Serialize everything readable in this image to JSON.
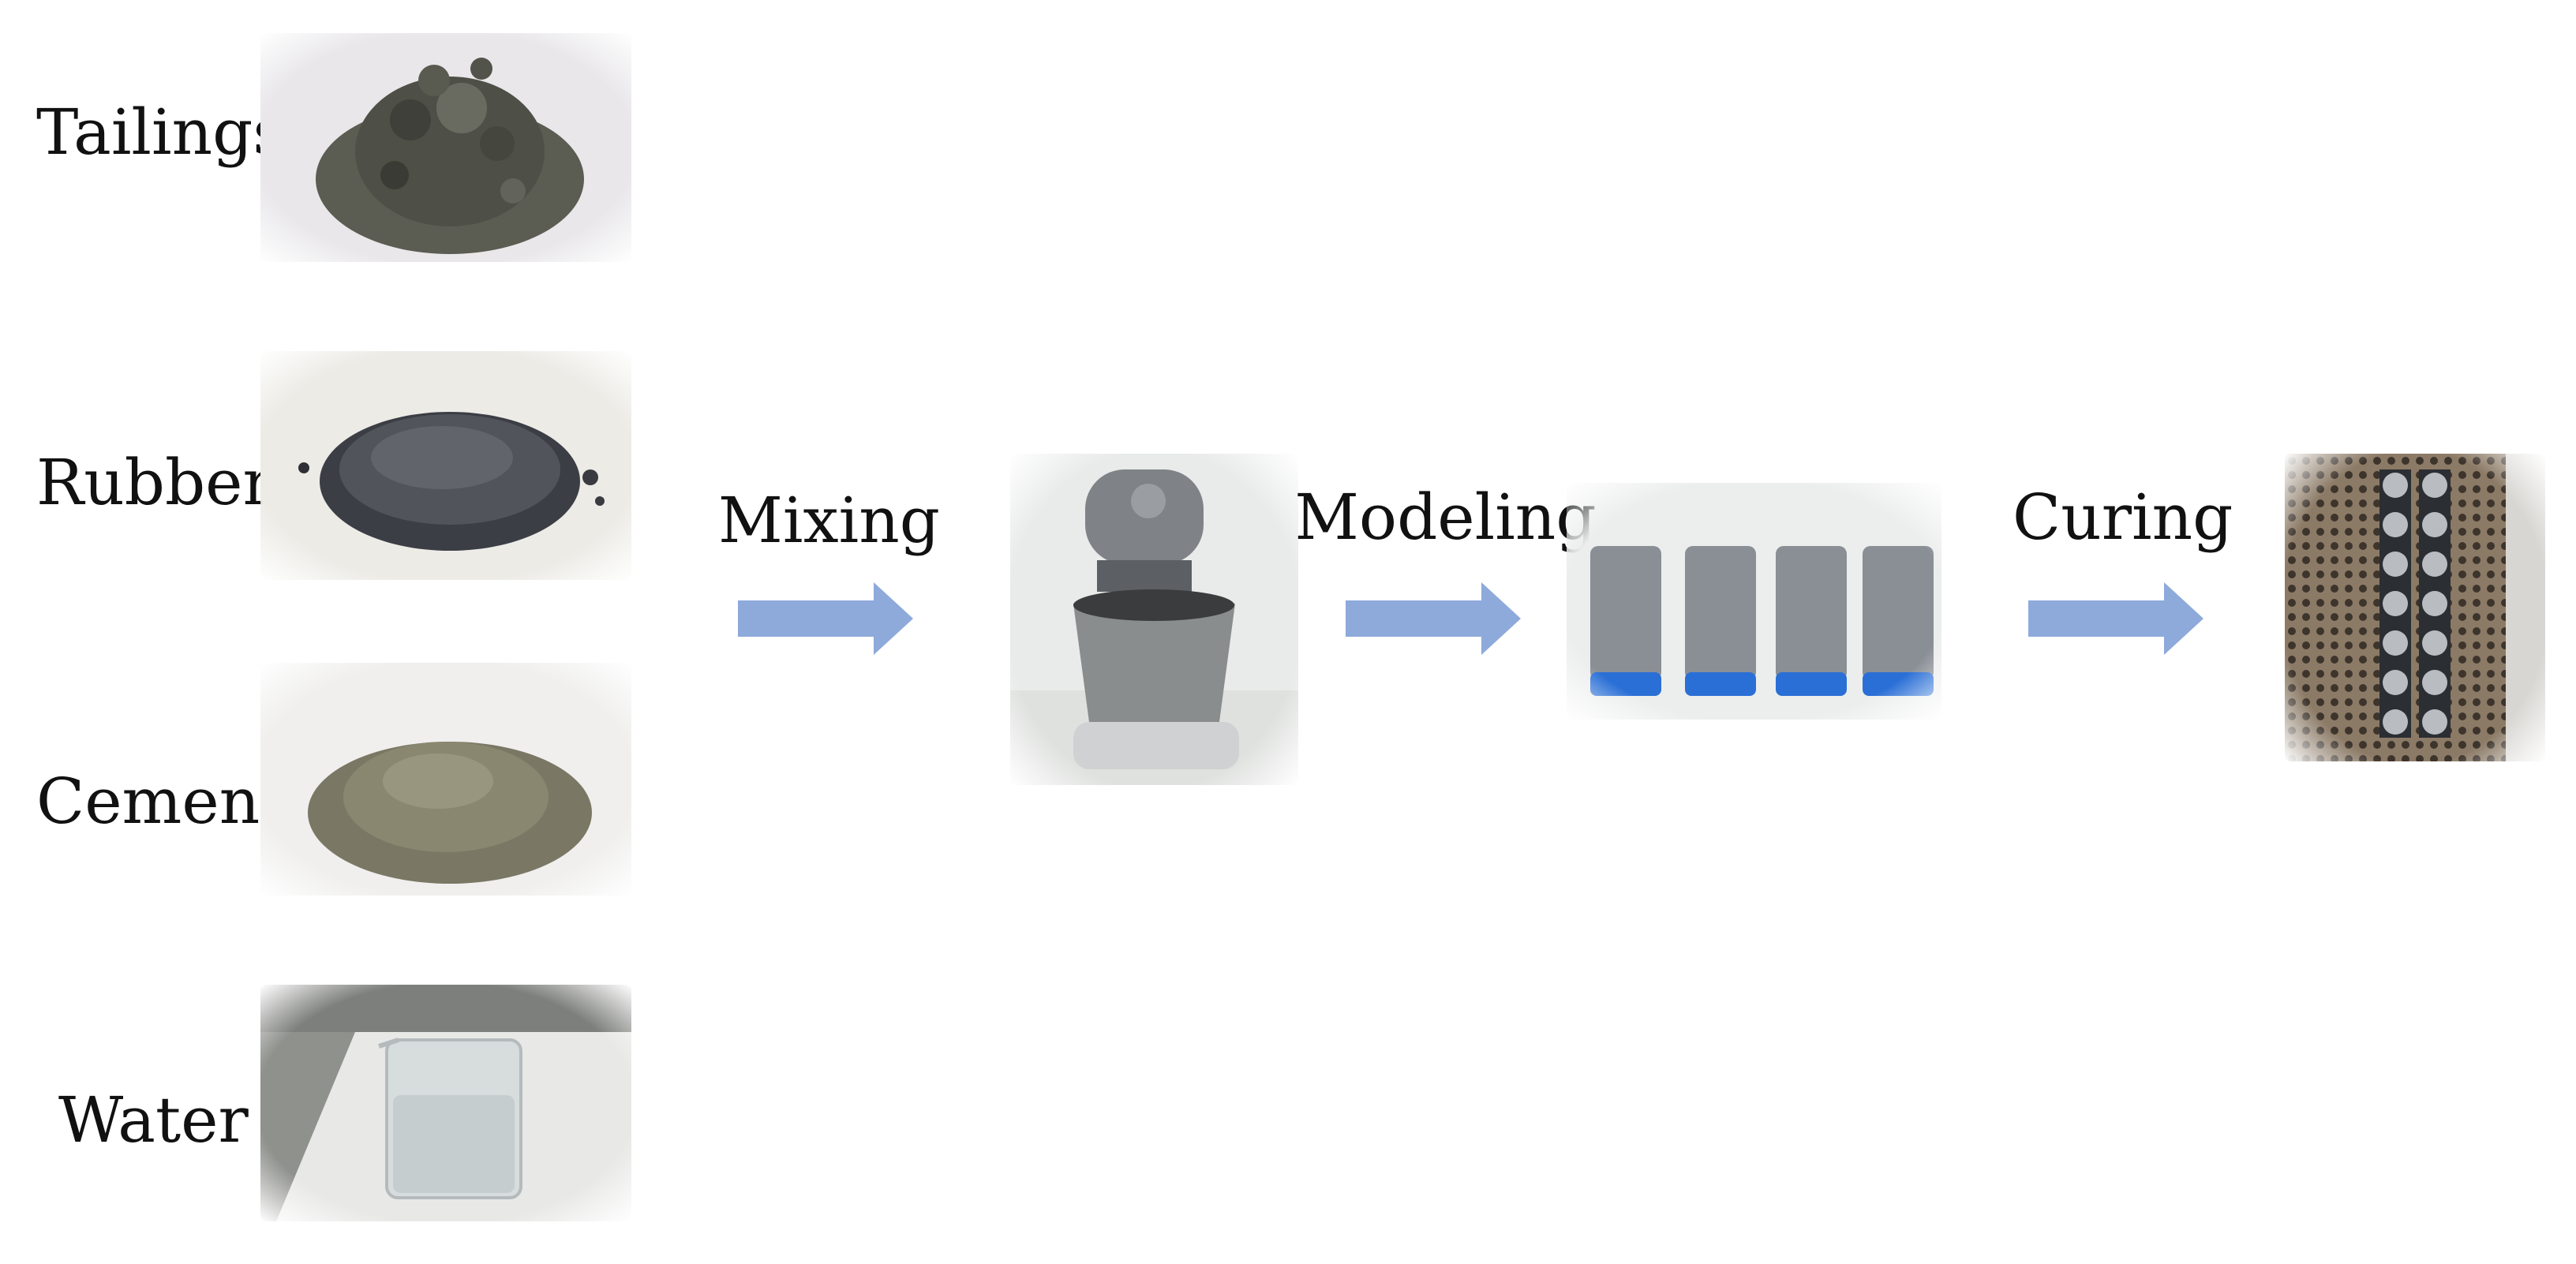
{
  "materials": [
    {
      "label": "Tailings",
      "icon": "tailings-pile-photo"
    },
    {
      "label": "Rubber",
      "icon": "rubber-granules-photo"
    },
    {
      "label": "Cement",
      "icon": "cement-powder-photo"
    },
    {
      "label": "Water",
      "icon": "water-beaker-photo"
    }
  ],
  "steps": [
    {
      "label": "Mixing",
      "icon": "right-arrow-icon"
    },
    {
      "label": "Modeling",
      "icon": "right-arrow-icon"
    },
    {
      "label": "Curing",
      "icon": "right-arrow-icon"
    }
  ],
  "stages": [
    {
      "icon": "mixer-photo"
    },
    {
      "icon": "specimen-molds-photo"
    },
    {
      "icon": "curing-specimens-photo"
    }
  ],
  "colors": {
    "arrow": "#8eaadb",
    "text": "#111111",
    "background": "#ffffff"
  }
}
